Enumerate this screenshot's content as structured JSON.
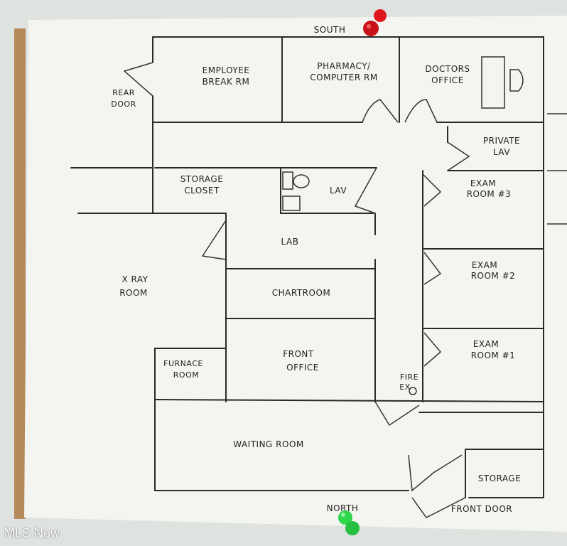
{
  "compass": {
    "south": "SOUTH",
    "north": "NORTH"
  },
  "rooms": {
    "employee_break_rm": [
      "EMPLOYEE",
      "BREAK RM"
    ],
    "pharmacy": [
      "PHARMACY/",
      "COMPUTER RM"
    ],
    "doctors_office": [
      "DOCTORS",
      "OFFICE"
    ],
    "rear_door": [
      "REAR",
      "DOOR"
    ],
    "private_lav": [
      "PRIVATE",
      "LAV"
    ],
    "storage_closet": [
      "STORAGE",
      "CLOSET"
    ],
    "lav": "LAV",
    "exam_room_3": [
      "EXAM",
      "ROOM #3"
    ],
    "lab": "LAB",
    "x_ray_room": [
      "X RAY",
      "ROOM"
    ],
    "exam_room_2": [
      "EXAM",
      "ROOM #2"
    ],
    "chartroom": "CHARTROOM",
    "front_office": [
      "FRONT",
      "OFFICE"
    ],
    "exam_room_1": [
      "EXAM",
      "ROOM #1"
    ],
    "furnace_room": [
      "FURNACE",
      "ROOM"
    ],
    "fire_ext": [
      "FIRE",
      "EX"
    ],
    "waiting_room": "WAITING ROOM",
    "storage": "STORAGE",
    "front_door": "FRONT DOOR"
  },
  "watermark": "MLS Now",
  "colors": {
    "paper": "#f4f4f1",
    "wall": "#dfe3df",
    "ink": "#2a2a2a",
    "pin_red": "#d8141c",
    "pin_green": "#2fd24a",
    "cork": "#b48a5a"
  }
}
